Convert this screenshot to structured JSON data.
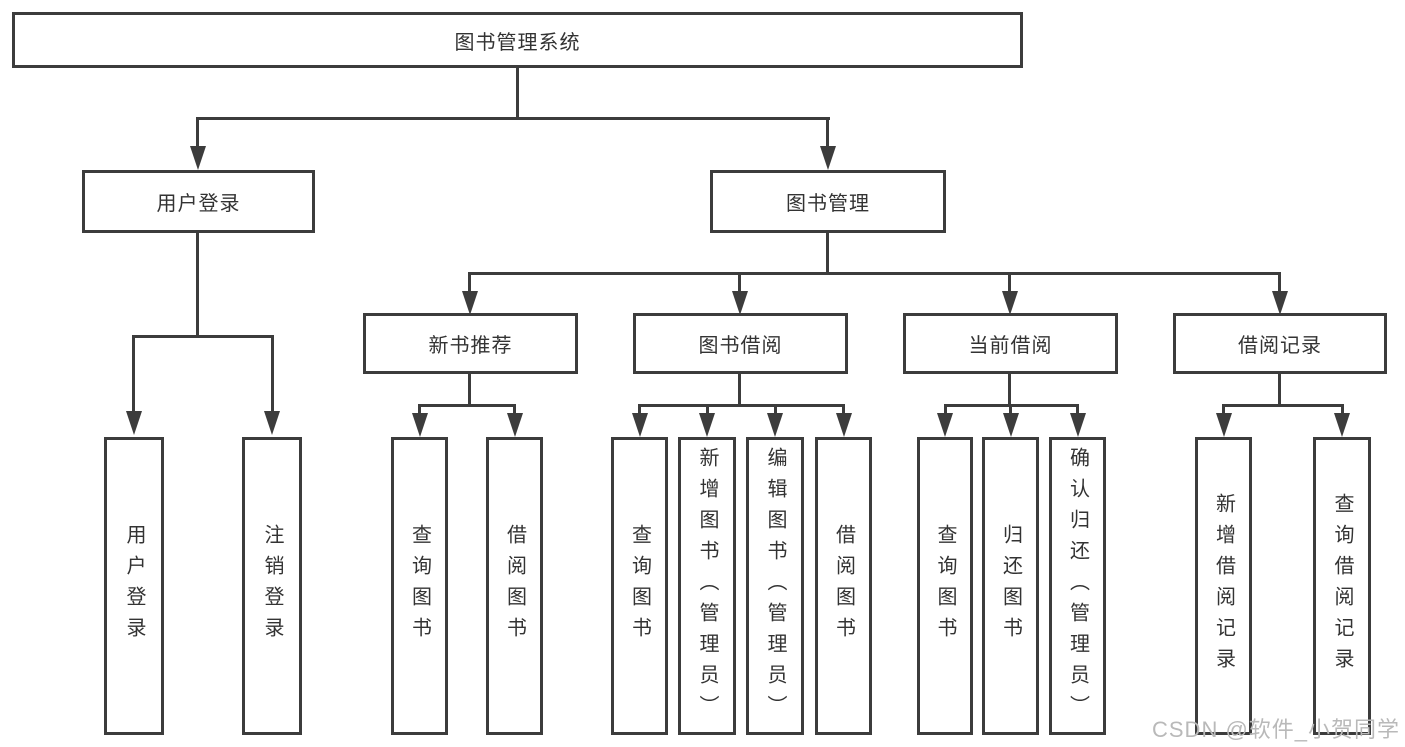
{
  "diagram": {
    "root": {
      "label": "图书管理系统"
    },
    "branches": [
      {
        "label": "用户登录",
        "leaves": [
          {
            "label": "用户登录"
          },
          {
            "label": "注销登录"
          }
        ]
      },
      {
        "label": "图书管理",
        "groups": [
          {
            "label": "新书推荐",
            "leaves": [
              {
                "label": "查询图书"
              },
              {
                "label": "借阅图书"
              }
            ]
          },
          {
            "label": "图书借阅",
            "leaves": [
              {
                "label": "查询图书"
              },
              {
                "label": "新增图书（管理员）"
              },
              {
                "label": "编辑图书（管理员）"
              },
              {
                "label": "借阅图书"
              }
            ]
          },
          {
            "label": "当前借阅",
            "leaves": [
              {
                "label": "查询图书"
              },
              {
                "label": "归还图书"
              },
              {
                "label": "确认归还（管理员）"
              }
            ]
          },
          {
            "label": "借阅记录",
            "leaves": [
              {
                "label": "新增借阅记录"
              },
              {
                "label": "查询借阅记录"
              }
            ]
          }
        ]
      }
    ]
  },
  "watermark": {
    "text": "CSDN @软件_小贺同学"
  },
  "colors": {
    "line": "#3c3c3c",
    "box_border": "#3c3c3c",
    "text": "#333333",
    "background": "#ffffff",
    "watermark": "#b9b9b9"
  }
}
